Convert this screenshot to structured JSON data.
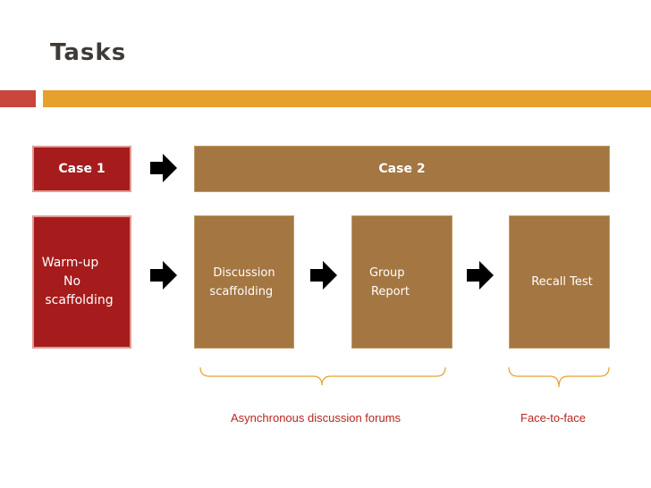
{
  "slide": {
    "title": "Tasks"
  },
  "diagram": {
    "case1_label": "Case 1",
    "case2_label": "Case 2",
    "warmup_lines": [
      "Warm-up",
      "No",
      "scaffolding"
    ],
    "discussion_lines": [
      "Discussion",
      "scaffolding"
    ],
    "group_lines": [
      "Group",
      "Report"
    ],
    "recall_label": "Recall Test",
    "async_caption": "Asynchronous discussion forums",
    "f2f_caption": "Face-to-face"
  },
  "colors": {
    "case1_fill": "#a61c1c",
    "case2_fill": "#a47642",
    "accent_bar": "#e6a02c",
    "caption_text": "#b8251f"
  },
  "icons": [
    "arrow-right-icon"
  ]
}
